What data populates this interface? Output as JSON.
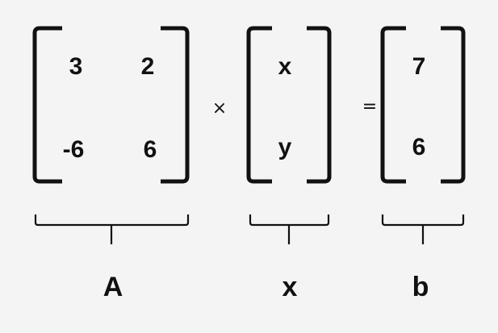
{
  "matrix_A": {
    "label": "A",
    "cells": [
      [
        "3",
        "2"
      ],
      [
        "-6",
        "6"
      ]
    ]
  },
  "operator_multiply": "×",
  "vector_x": {
    "label": "x",
    "cells": [
      "x",
      "y"
    ]
  },
  "operator_equals": "=",
  "vector_b": {
    "label": "b",
    "cells": [
      "7",
      "6"
    ]
  }
}
